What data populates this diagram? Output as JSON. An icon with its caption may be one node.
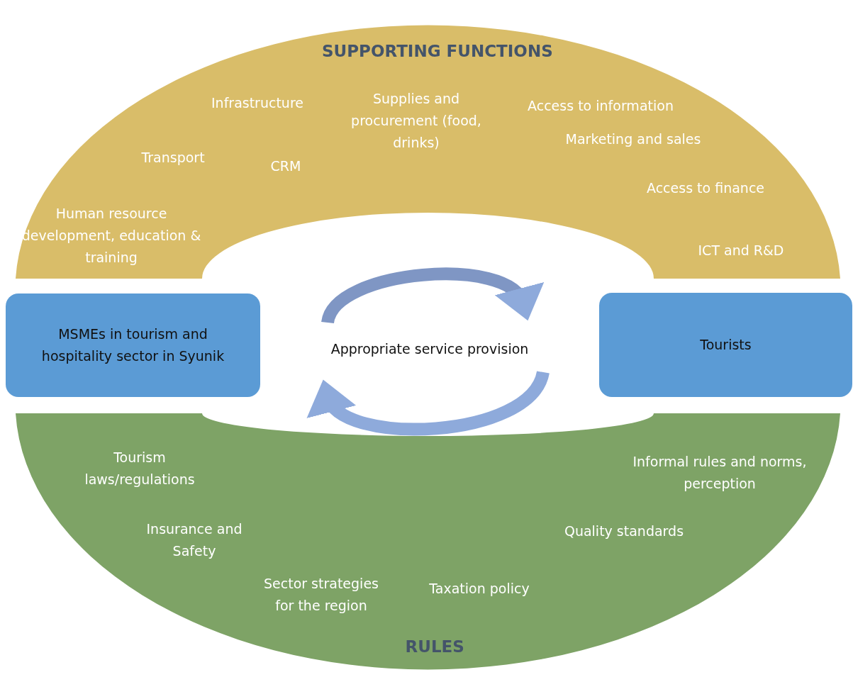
{
  "diagram": {
    "nodes": [
      {
        "text": [
          "SUPPORTING FUNCTIONS"
        ]
      },
      {
        "text": [
          "MSMEs in tourism and hospitality sector in Syunik"
        ]
      },
      {
        "text": [
          "Tourists"
        ]
      },
      {
        "text": [
          "RULES"
        ]
      }
    ],
    "labels": [
      "Infrastructure",
      "Supplies and procurement (food, drinks)",
      "Access to information",
      "Marketing and sales",
      "Transport",
      "CRM",
      "Access to finance",
      "Human resource development, education & training",
      "ICT and R&D",
      "Appropriate service provision",
      "Tourism laws/regulations",
      "Informal rules and norms, perception",
      "Insurance and Safety",
      "Quality standards",
      "Sector strategies for the region",
      "Taxation policy"
    ]
  }
}
